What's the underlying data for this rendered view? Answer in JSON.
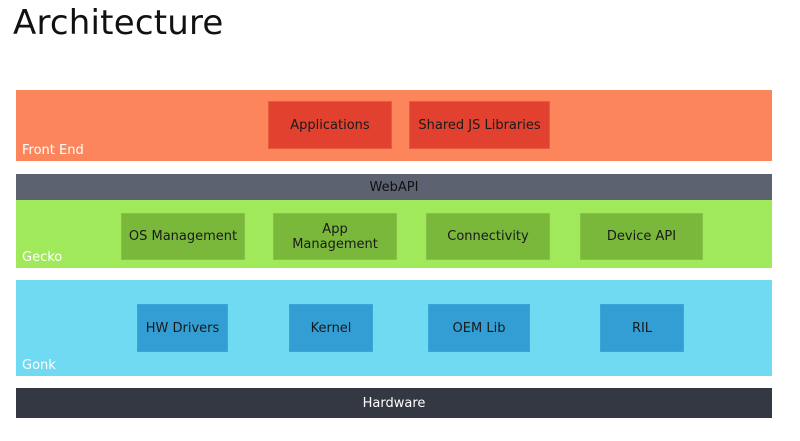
{
  "page": {
    "title": "Architecture"
  },
  "colors": {
    "front_end": "#fd855c",
    "front_end_box": "#e2412f",
    "webapi": "#5c6270",
    "gecko": "#a0e95a",
    "gecko_box": "#7ab83b",
    "gonk": "#70daf2",
    "gonk_box": "#339ed3",
    "hardware": "#333843"
  },
  "layers": {
    "front_end": {
      "label": "Front End",
      "components": [
        "Applications",
        "Shared JS Libraries"
      ]
    },
    "webapi": {
      "label": "WebAPI"
    },
    "gecko": {
      "label": "Gecko",
      "components": [
        "OS Management",
        "App Management",
        "Connectivity",
        "Device API"
      ]
    },
    "gonk": {
      "label": "Gonk",
      "components": [
        "HW Drivers",
        "Kernel",
        "OEM Lib",
        "RIL"
      ]
    },
    "hardware": {
      "label": "Hardware"
    }
  }
}
